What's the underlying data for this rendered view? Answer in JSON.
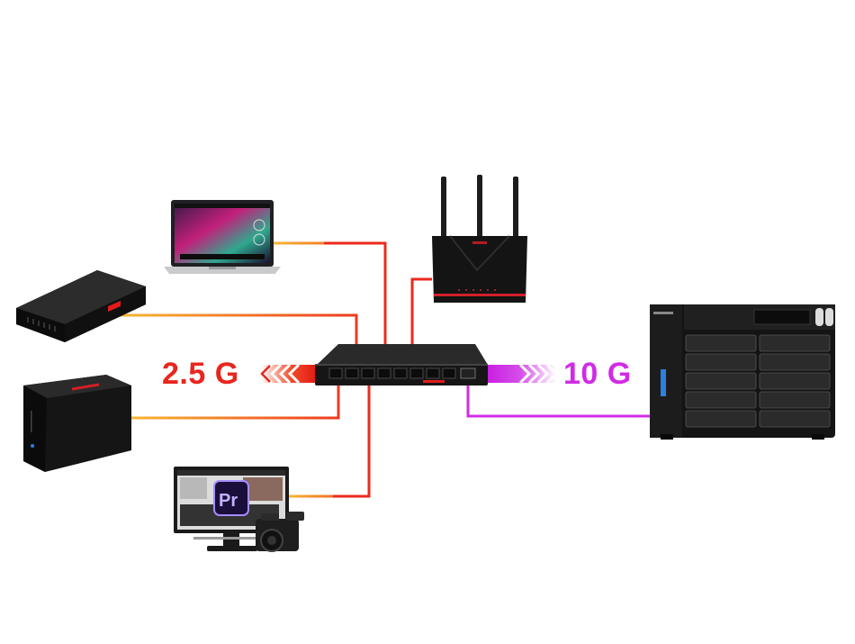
{
  "speeds": {
    "left_label": "2.5 G",
    "right_label": "10 G"
  },
  "colors": {
    "link_2_5g": "#e8261e",
    "link_orange": "#f5a623",
    "link_10g": "#d12be6",
    "device_dark": "#1a1a1a",
    "accent_red": "#e21b1b"
  },
  "devices": {
    "laptop": {
      "icon": "laptop-icon"
    },
    "router": {
      "icon": "wifi-router-icon"
    },
    "game_console": {
      "icon": "game-console-icon"
    },
    "nas_small": {
      "icon": "nas-2bay-icon"
    },
    "workstation": {
      "icon": "video-editing-workstation-icon",
      "app_badge": "Pr"
    },
    "switch": {
      "icon": "network-switch-icon"
    },
    "nas_large": {
      "icon": "nas-rackmount-icon"
    }
  }
}
